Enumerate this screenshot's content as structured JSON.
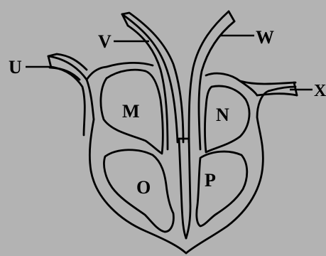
{
  "diagram": {
    "colors": {
      "background": "#b3b3b3",
      "lines": "#000000"
    },
    "labels": {
      "U": "U",
      "V": "V",
      "W": "W",
      "X": "X",
      "M": "M",
      "N": "N",
      "O": "O",
      "P": "P"
    }
  }
}
